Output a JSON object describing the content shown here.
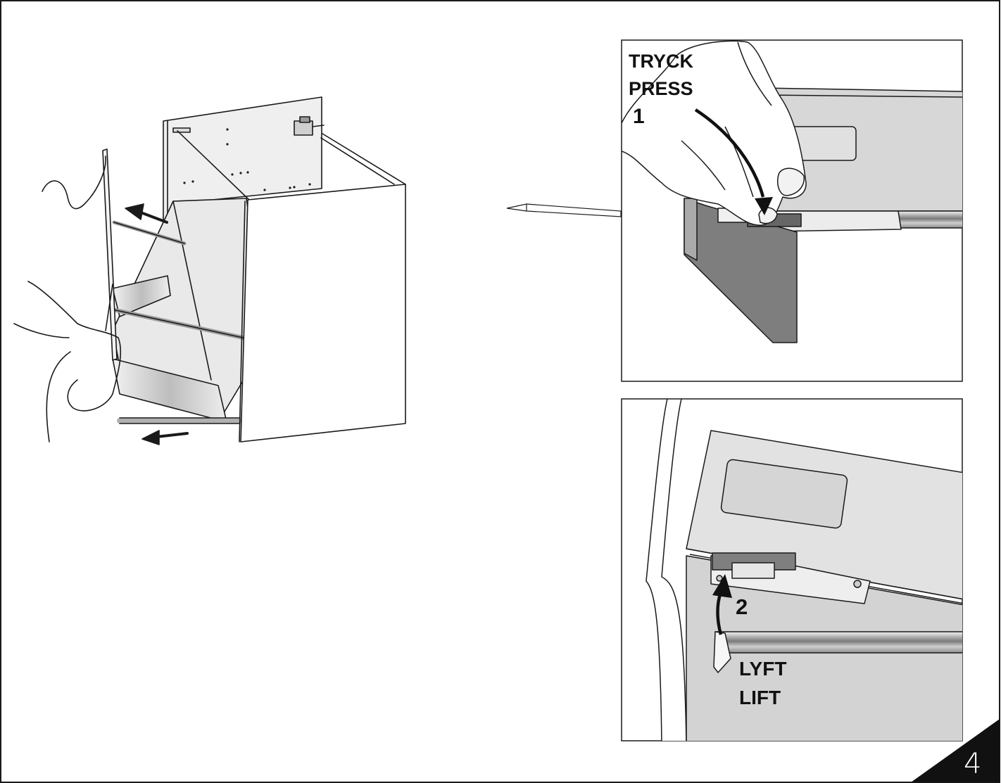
{
  "step_number": "4",
  "detail_top": {
    "label_sv": "TRYCK",
    "label_en": "PRESS",
    "step_marker": "1"
  },
  "detail_bottom": {
    "step_marker": "2",
    "label_sv": "LYFT",
    "label_en": "LIFT"
  },
  "colors": {
    "line": "#111111",
    "panel_grey": "#d7d7d7",
    "dark_grey": "#8a8a8a",
    "page_badge": "#111111"
  }
}
